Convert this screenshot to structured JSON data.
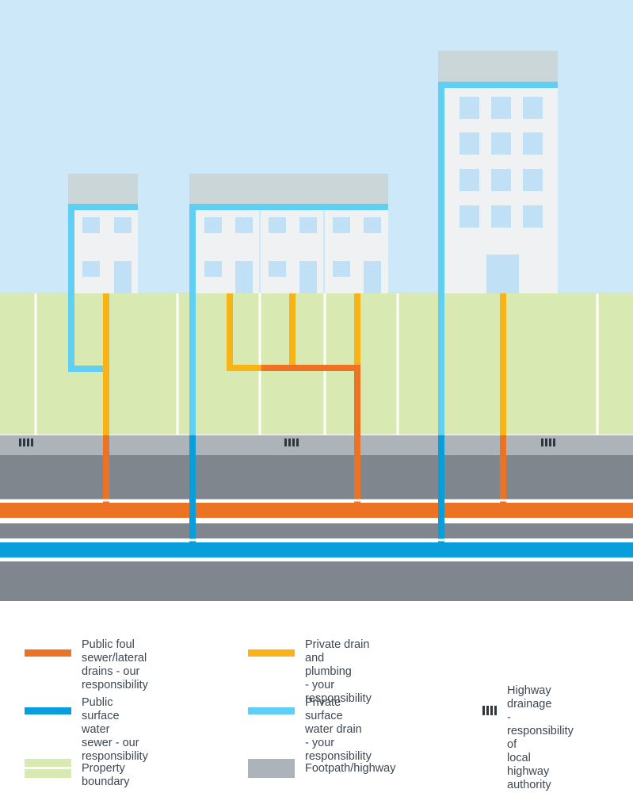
{
  "colors": {
    "sky": "#cde8f9",
    "building": "#f0f1f2",
    "roof": "#cbd6d8",
    "window": "#bfe0f5",
    "property": "#d8e9b2",
    "boundary_line": "#ffffff",
    "footpath": "#adb4b9",
    "road": "#7f868d",
    "foul_sewer": "#ec7224",
    "private_drain": "#f8b317",
    "surface_sewer": "#089ddb",
    "private_surface": "#5fd0f3",
    "highway_drain": "#2e3740"
  },
  "legend": {
    "foul_sewer": "Public foul sewer/lateral\ndrains - our responsibility",
    "private_drain": "Private drain and plumbing\n- your responsibility",
    "surface_sewer": "Public surface water\nsewer - our responsibility",
    "private_surface": "Private surface water drain\n- your responsibility",
    "highway": "Highway drainage\n- responsibility of\nlocal highway\nauthority",
    "property": "Property boundary",
    "footpath": "Footpath/highway"
  }
}
